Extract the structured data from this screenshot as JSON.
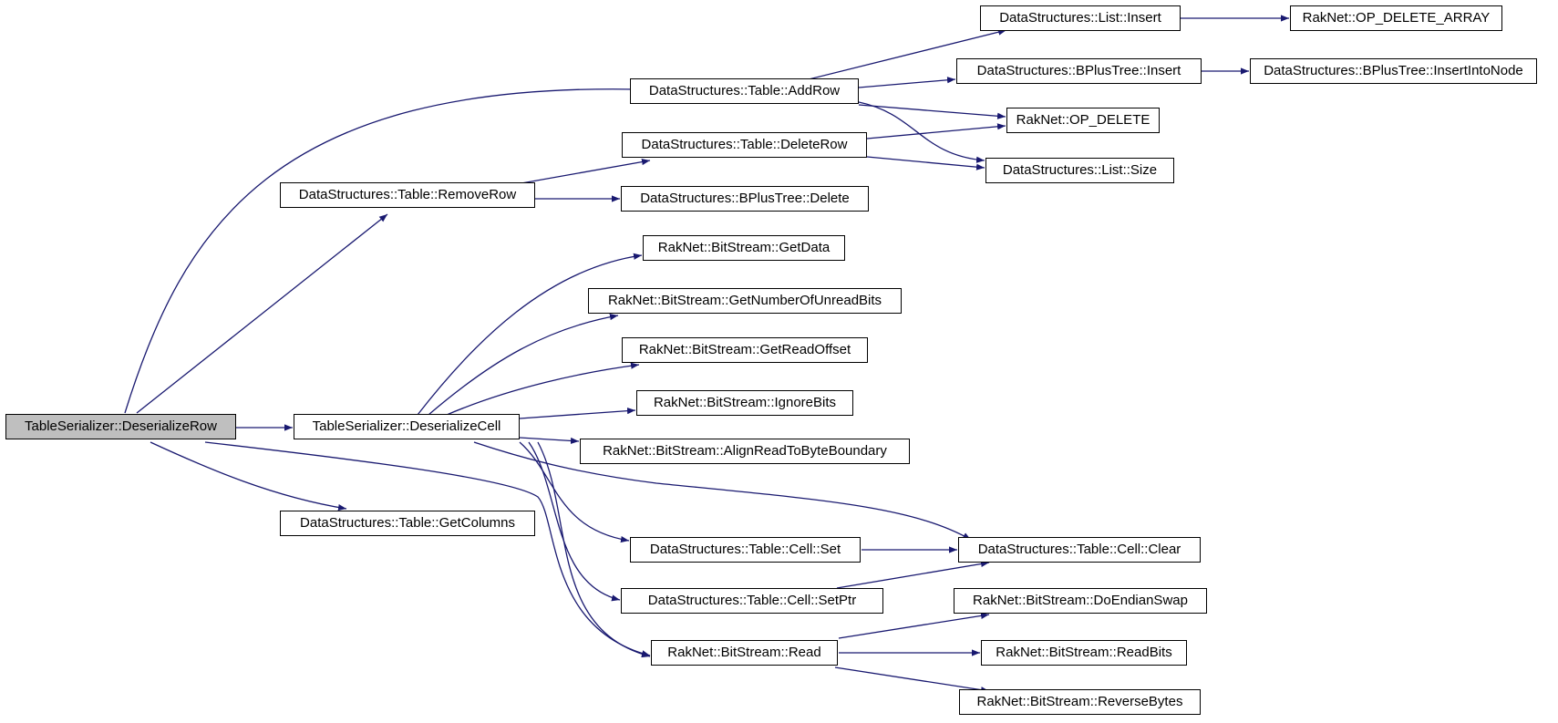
{
  "colors": {
    "edge": "#191970",
    "node_border": "#000000",
    "root_fill": "#bfbfbf",
    "node_fill": "#ffffff"
  },
  "nodes": {
    "deserialize_row": "TableSerializer::DeserializeRow",
    "deserialize_cell": "TableSerializer::DeserializeCell",
    "table_addrow": "DataStructures::Table::AddRow",
    "table_removerow": "DataStructures::Table::RemoveRow",
    "table_deleterow": "DataStructures::Table::DeleteRow",
    "bplustree_delete": "DataStructures::BPlusTree::Delete",
    "list_insert": "DataStructures::List::Insert",
    "op_delete_array": "RakNet::OP_DELETE_ARRAY",
    "bplustree_insert": "DataStructures::BPlusTree::Insert",
    "bplustree_insertintonode": "DataStructures::BPlusTree::InsertIntoNode",
    "op_delete": "RakNet::OP_DELETE",
    "list_size": "DataStructures::List::Size",
    "bitstream_getdata": "RakNet::BitStream::GetData",
    "bitstream_getnumberofunreadbits": "RakNet::BitStream::GetNumberOfUnreadBits",
    "bitstream_getreadoffset": "RakNet::BitStream::GetReadOffset",
    "bitstream_ignorebits": "RakNet::BitStream::IgnoreBits",
    "bitstream_alignreadtobyteboundary": "RakNet::BitStream::AlignReadToByteBoundary",
    "table_getcolumns": "DataStructures::Table::GetColumns",
    "cell_set": "DataStructures::Table::Cell::Set",
    "cell_clear": "DataStructures::Table::Cell::Clear",
    "cell_setptr": "DataStructures::Table::Cell::SetPtr",
    "bitstream_doendianswap": "RakNet::BitStream::DoEndianSwap",
    "bitstream_read": "RakNet::BitStream::Read",
    "bitstream_readbits": "RakNet::BitStream::ReadBits",
    "bitstream_reversebytes": "RakNet::BitStream::ReverseBytes"
  },
  "edges": [
    [
      "deserialize_row",
      "table_addrow"
    ],
    [
      "deserialize_row",
      "table_removerow"
    ],
    [
      "deserialize_row",
      "deserialize_cell"
    ],
    [
      "deserialize_row",
      "table_getcolumns"
    ],
    [
      "deserialize_row",
      "bitstream_read"
    ],
    [
      "table_addrow",
      "list_insert"
    ],
    [
      "table_addrow",
      "bplustree_insert"
    ],
    [
      "table_addrow",
      "op_delete"
    ],
    [
      "table_addrow",
      "list_size"
    ],
    [
      "list_insert",
      "op_delete_array"
    ],
    [
      "bplustree_insert",
      "bplustree_insertintonode"
    ],
    [
      "table_removerow",
      "table_deleterow"
    ],
    [
      "table_removerow",
      "bplustree_delete"
    ],
    [
      "table_deleterow",
      "op_delete"
    ],
    [
      "table_deleterow",
      "list_size"
    ],
    [
      "deserialize_cell",
      "bitstream_getdata"
    ],
    [
      "deserialize_cell",
      "bitstream_getnumberofunreadbits"
    ],
    [
      "deserialize_cell",
      "bitstream_getreadoffset"
    ],
    [
      "deserialize_cell",
      "bitstream_ignorebits"
    ],
    [
      "deserialize_cell",
      "bitstream_alignreadtobyteboundary"
    ],
    [
      "deserialize_cell",
      "cell_clear"
    ],
    [
      "deserialize_cell",
      "cell_set"
    ],
    [
      "deserialize_cell",
      "cell_setptr"
    ],
    [
      "deserialize_cell",
      "bitstream_read"
    ],
    [
      "cell_set",
      "cell_clear"
    ],
    [
      "cell_setptr",
      "cell_clear"
    ],
    [
      "bitstream_read",
      "bitstream_doendianswap"
    ],
    [
      "bitstream_read",
      "bitstream_readbits"
    ],
    [
      "bitstream_read",
      "bitstream_reversebytes"
    ]
  ]
}
